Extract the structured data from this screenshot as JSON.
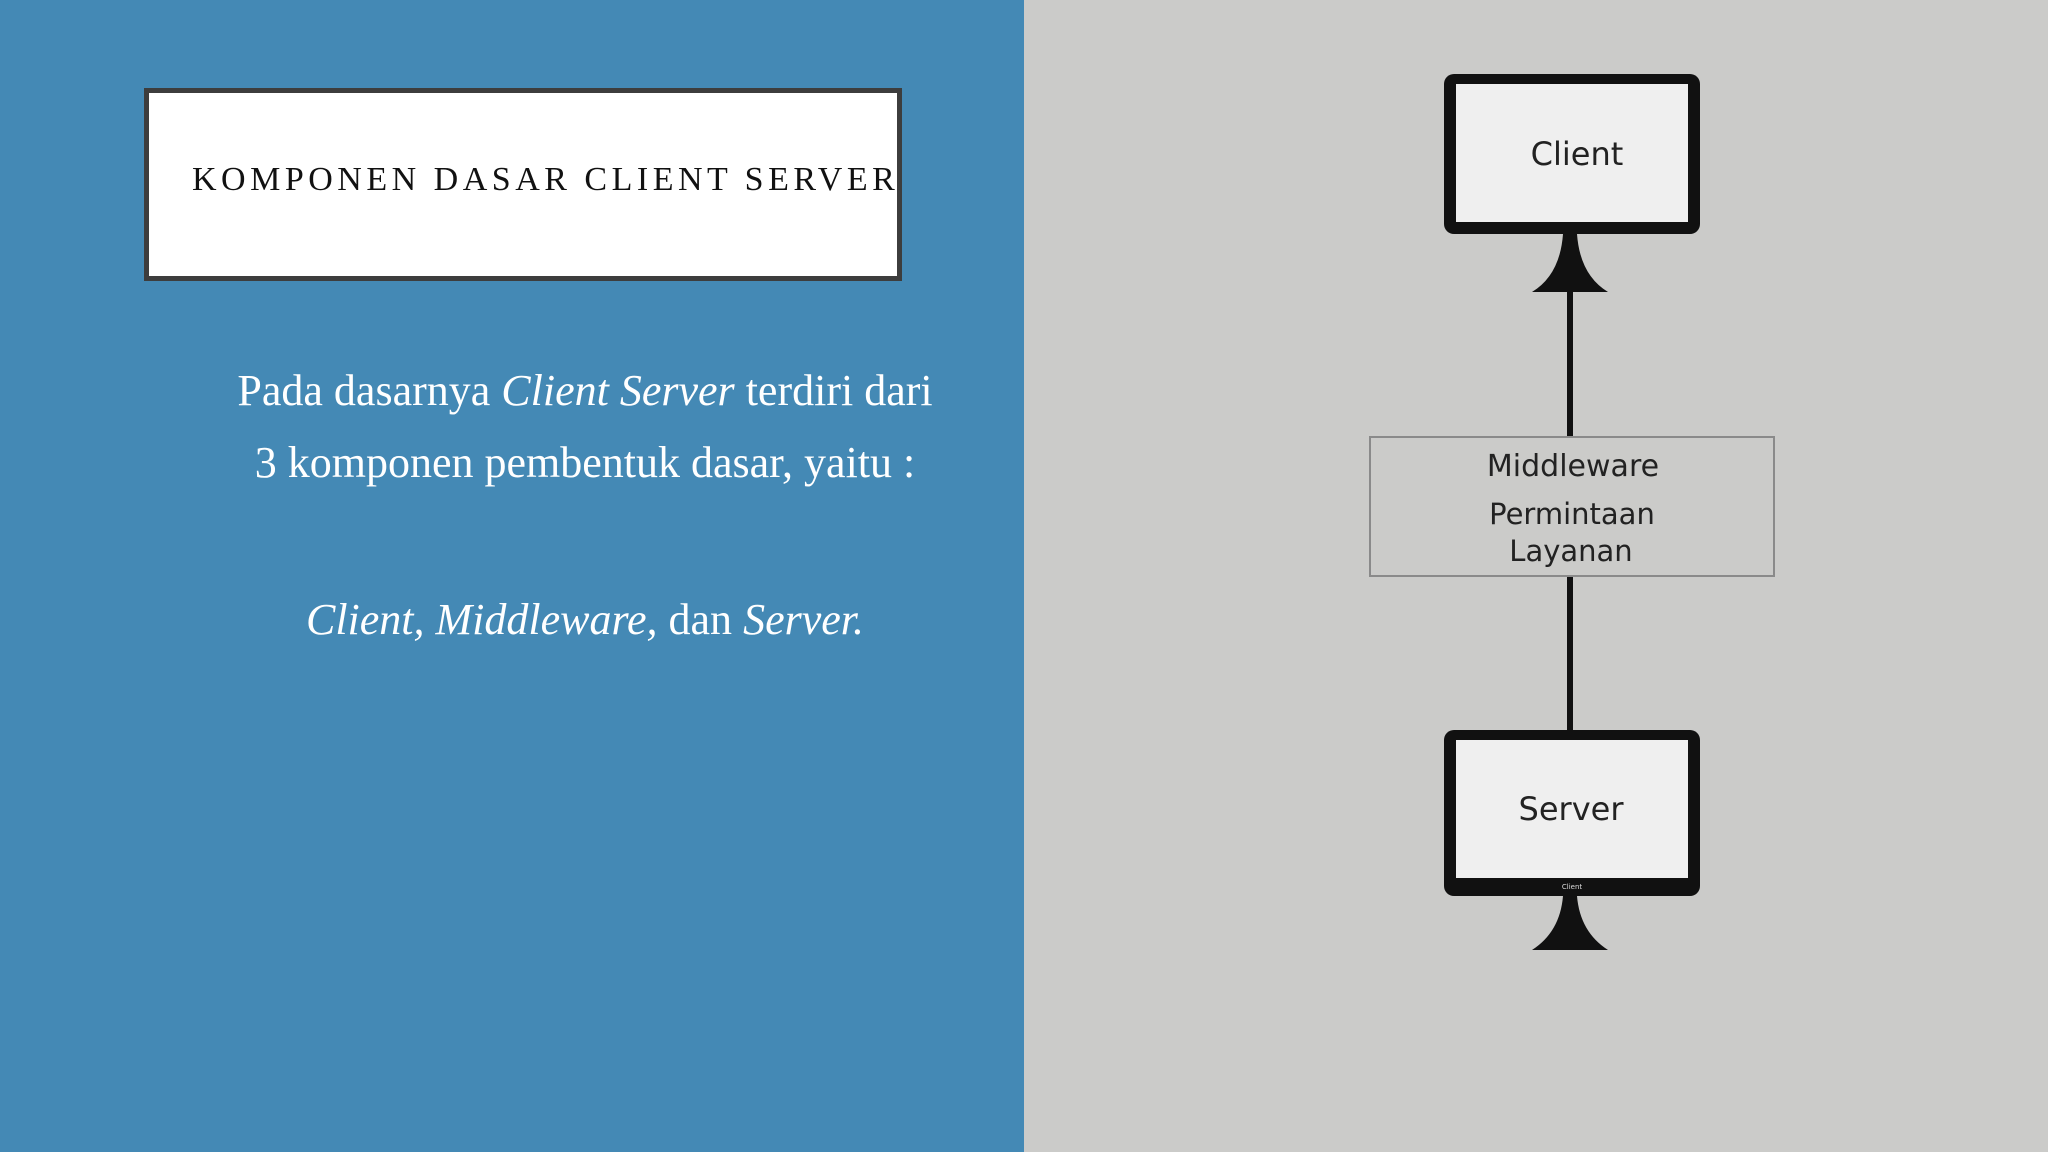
{
  "slide": {
    "title": "KOMPONEN DASAR CLIENT SERVER",
    "intro": {
      "part1": "Pada dasarnya ",
      "part2_italic": "Client Server",
      "part3": "  terdiri dari 3 komponen pembentuk dasar, yaitu :"
    },
    "components": {
      "c1_italic": "Client, Middleware,",
      "c2": " dan ",
      "c3_italic": "Server."
    }
  },
  "diagram": {
    "client_label": "Client",
    "middleware_label": "Middleware",
    "middleware_sub1": "Permintaan",
    "middleware_sub2": "Layanan",
    "server_label": "Server",
    "server_tiny_label": "Client"
  },
  "colors": {
    "left_background": "#4489b5",
    "right_background": "#cbcbc9",
    "title_border": "#3d3d3d",
    "monitor_frame": "#111111",
    "monitor_screen": "#efefef"
  }
}
